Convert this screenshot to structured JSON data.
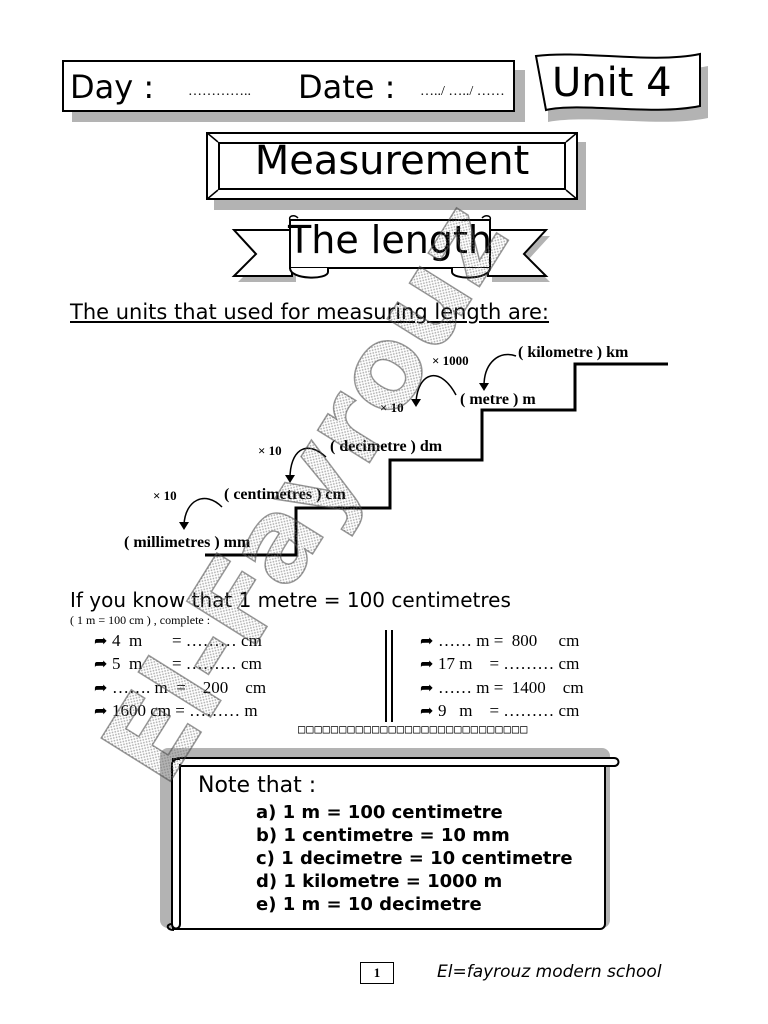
{
  "header": {
    "day_label": "Day :",
    "day_dots": "…………..",
    "date_label": "Date :",
    "date_dots": "…../ …../ ……",
    "unit_label": "Unit 4"
  },
  "title": "Measurement",
  "subtitle": "The length",
  "units_intro": "The units that used for measuring length are:",
  "staircase": {
    "millimetres": "( millimetres ) mm",
    "centimetres": "( centimetres ) cm",
    "decimetre": "( decimetre ) dm",
    "metre": "( metre ) m",
    "kilometre": "( kilometre ) km",
    "mult_cm": "× 10",
    "mult_dm": "× 10",
    "mult_m": "× 10",
    "mult_km": "× 1000"
  },
  "exercise": {
    "intro": "If you know that 1 metre = 100 centimetres",
    "sub": "( 1 m = 100 cm ) , complete :",
    "left": [
      "4  m       = ……… cm",
      "5  m       = ……… cm",
      "……. m  =    200    cm",
      "1600 cm = ……… m"
    ],
    "right": [
      "…… m =  800     cm",
      "17 m    = ……… cm",
      "…… m =  1400    cm",
      "9   m    = ……… cm"
    ],
    "arrow_icon": "curved-arrow-icon",
    "boxes_row": "□□□□□□□□□□□□□□□□□□□□□□□□□□□□"
  },
  "note": {
    "title": "Note that :",
    "items": [
      "a)  1 m = 100 centimetre",
      "b)  1 centimetre = 10 mm",
      "c)  1 decimetre = 10 centimetre",
      "d)  1 kilometre = 1000 m",
      "e)  1 m = 10 decimetre"
    ]
  },
  "footer": {
    "page_number": "1",
    "school": "El=fayrouz modern school"
  },
  "watermark": "El-Fayrouz"
}
